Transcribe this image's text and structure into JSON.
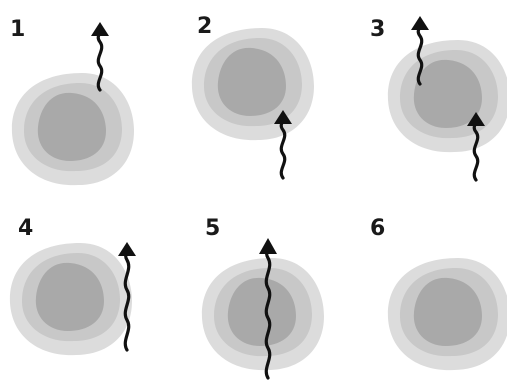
{
  "panels": [
    {
      "number": "1",
      "ray_count": 1
    },
    {
      "number": "2",
      "ray_count": 1
    },
    {
      "number": "3",
      "ray_count": 2
    },
    {
      "number": "4",
      "ray_count": 1
    },
    {
      "number": "5",
      "ray_count": 1
    },
    {
      "number": "6",
      "ray_count": 0
    }
  ],
  "colors": {
    "outer_layer": "#dcdcdc",
    "middle_layer": "#c8c8c8",
    "inner_core": "#a9a9a9",
    "ray": "#111111",
    "label": "#1a1a1a"
  },
  "icons": {
    "particle": "wavy-arrow-icon",
    "cell": "layered-blob-icon"
  }
}
